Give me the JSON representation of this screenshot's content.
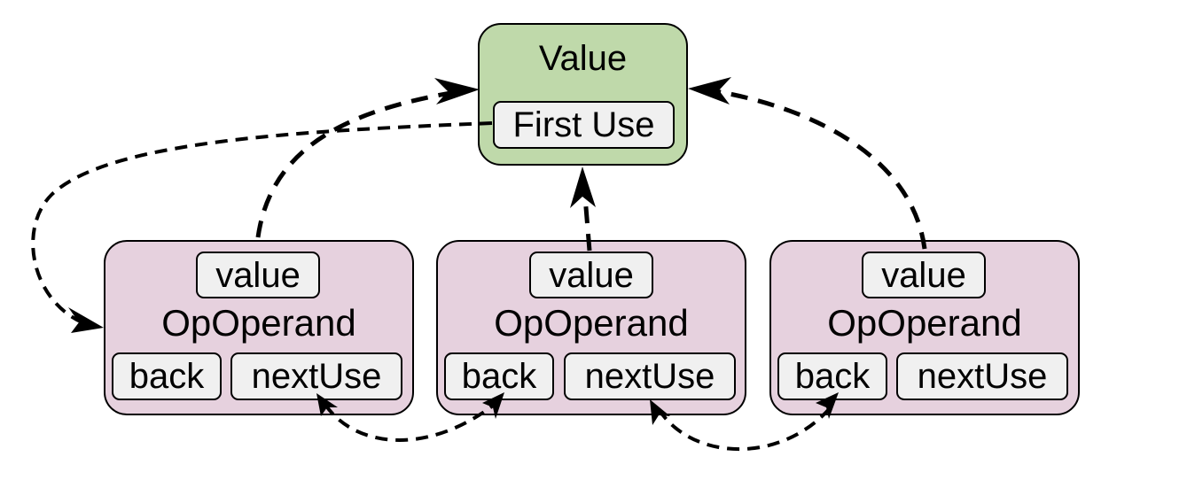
{
  "value_node": {
    "title": "Value",
    "first_use_label": "First Use"
  },
  "operands": [
    {
      "value_label": "value",
      "title": "OpOperand",
      "back_label": "back",
      "next_use_label": "nextUse"
    },
    {
      "value_label": "value",
      "title": "OpOperand",
      "back_label": "back",
      "next_use_label": "nextUse"
    },
    {
      "value_label": "value",
      "title": "OpOperand",
      "back_label": "back",
      "next_use_label": "nextUse"
    }
  ],
  "colors": {
    "value_fill": "#bfd9aa",
    "operand_fill": "#e6d1de",
    "field_fill": "#f0f0f0",
    "stroke": "#000000"
  }
}
